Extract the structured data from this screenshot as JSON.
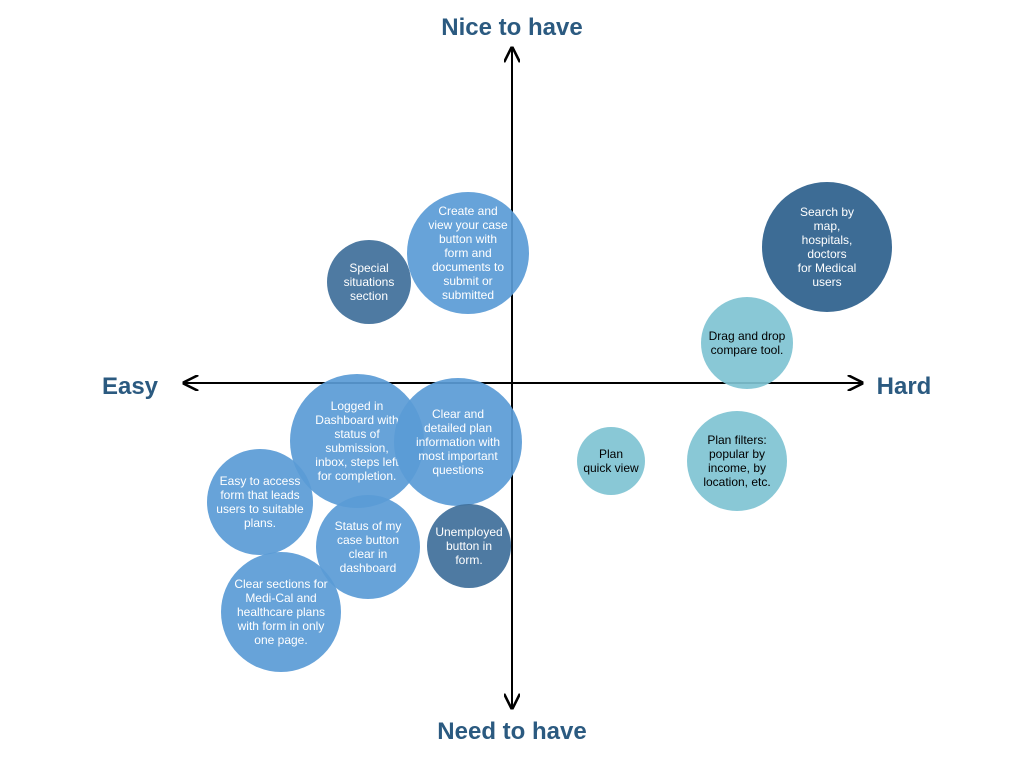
{
  "axes": {
    "top": "Nice to have",
    "bottom": "Need to have",
    "left": "Easy",
    "right": "Hard"
  },
  "colors": {
    "label": "#2b5a80",
    "axis": "#000000",
    "medium_blue": "#5a9bd6",
    "dark_blue": "#3f6f9a",
    "navy": "#2c5f8c",
    "teal": "#7fc3d3",
    "white_text": "#ffffff",
    "dark_text": "#000000"
  },
  "bubbles": [
    {
      "id": "special-situations",
      "lines": [
        "Special",
        "situations",
        "section"
      ],
      "color": "dark_blue",
      "text": "white_text"
    },
    {
      "id": "create-view-case",
      "lines": [
        "Create and",
        "view your case",
        "button with",
        "form and",
        "documents to",
        "submit or",
        "submitted"
      ],
      "color": "medium_blue",
      "text": "white_text"
    },
    {
      "id": "search-by-map",
      "lines": [
        "Search by",
        "map,",
        "hospitals,",
        "doctors",
        "for Medical",
        "users"
      ],
      "color": "navy",
      "text": "white_text"
    },
    {
      "id": "drag-drop-compare",
      "lines": [
        "Drag and drop",
        "compare tool."
      ],
      "color": "teal",
      "text": "dark_text"
    },
    {
      "id": "logged-in-dashboard",
      "lines": [
        "Logged in",
        "Dashboard with",
        "status of",
        "submission,",
        "inbox, steps left",
        "for completion."
      ],
      "color": "medium_blue",
      "text": "white_text"
    },
    {
      "id": "clear-plan-info",
      "lines": [
        "Clear and",
        "detailed plan",
        "information with",
        "most important",
        "questions"
      ],
      "color": "medium_blue",
      "text": "white_text"
    },
    {
      "id": "plan-quick-view",
      "lines": [
        "Plan",
        "quick view"
      ],
      "color": "teal",
      "text": "dark_text"
    },
    {
      "id": "plan-filters",
      "lines": [
        "Plan filters:",
        "popular by",
        "income, by",
        "location, etc."
      ],
      "color": "teal",
      "text": "dark_text"
    },
    {
      "id": "easy-access-form",
      "lines": [
        "Easy to access",
        "form that leads",
        "users to suitable",
        "plans."
      ],
      "color": "medium_blue",
      "text": "white_text"
    },
    {
      "id": "status-case-button",
      "lines": [
        "Status of my",
        "case button",
        "clear in",
        "dashboard"
      ],
      "color": "medium_blue",
      "text": "white_text"
    },
    {
      "id": "unemployed-button",
      "lines": [
        "Unemployed",
        "button in",
        "form."
      ],
      "color": "dark_blue",
      "text": "white_text"
    },
    {
      "id": "clear-sections",
      "lines": [
        "Clear sections for",
        "Medi-Cal and",
        "healthcare plans",
        "with form in only",
        "one page."
      ],
      "color": "medium_blue",
      "text": "white_text"
    }
  ]
}
